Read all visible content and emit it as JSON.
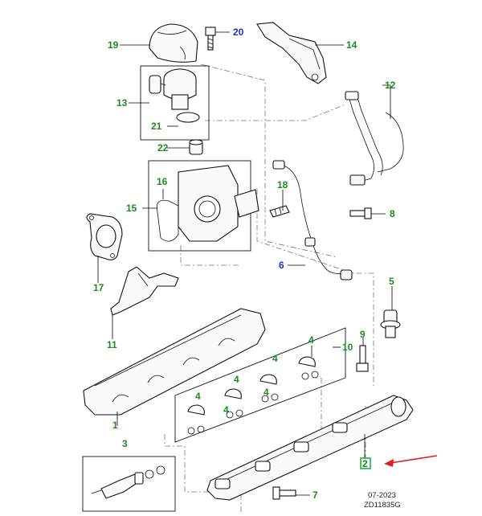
{
  "callouts": {
    "c1": "1",
    "c2": "2",
    "c3": "3",
    "c4a": "4",
    "c4b": "4",
    "c4c": "4",
    "c4d": "4",
    "c4e": "4",
    "c4f": "4",
    "c5": "5",
    "c6": "6",
    "c7": "7",
    "c8": "8",
    "c9": "9",
    "c10": "10",
    "c11": "11",
    "c12": "12",
    "c13": "13",
    "c14": "14",
    "c15": "15",
    "c16": "16",
    "c17": "17",
    "c18": "18",
    "c19": "19",
    "c20": "20",
    "c21": "21",
    "c22": "22"
  },
  "footer": {
    "date": "07-2023",
    "ref": "ZD11835G"
  },
  "colors": {
    "green_callout": "#1e8a1e",
    "blue_callout": "#1a2fc4",
    "highlight_box": "#22b14c",
    "arrow": "#e02020"
  }
}
